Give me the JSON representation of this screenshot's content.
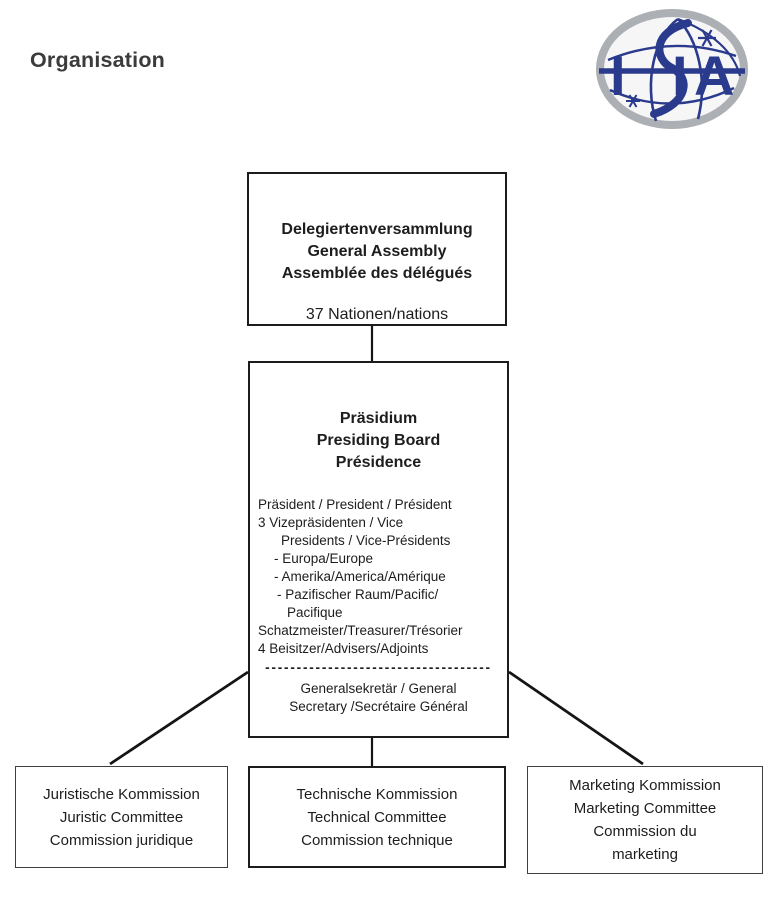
{
  "page": {
    "title": "Organisation"
  },
  "logo": {
    "text": "ISIA",
    "letter_i1": "I",
    "letter_i2": "I",
    "letter_a": "A",
    "blue": "#2a3a8c",
    "gray": "#acafb4"
  },
  "assembly_box": {
    "line1": "Delegiertenversammlung",
    "line2": "General Assembly",
    "line3": "Assemblée des délégués",
    "note": "37 Nationen/nations"
  },
  "board_box": {
    "title1": "Präsidium",
    "title2": "Presiding Board",
    "title3": "Présidence",
    "body": [
      {
        "text": "Präsident / President / Président"
      },
      {
        "text": "3 Vizepräsidenten / Vice"
      },
      {
        "text": "Presidents / Vice-Présidents"
      },
      {
        "text": "- Europa/Europe"
      },
      {
        "text": "- Amerika/America/Amérique"
      },
      {
        "text": "- Pazifischer Raum/Pacific/"
      },
      {
        "text": "Pacifique"
      },
      {
        "text": "Schatzmeister/Treasurer/Trésorier"
      },
      {
        "text": "4 Beisitzer/Advisers/Adjoints"
      }
    ],
    "divider": "------------------------------------",
    "secretary1": "Generalsekretär / General",
    "secretary2": "Secretary /Secrétaire Général"
  },
  "committees": {
    "juristic": {
      "line1": "Juristische Kommission",
      "line2": "Juristic Committee",
      "line3": "Commission juridique"
    },
    "technical": {
      "line1": "Technische Kommission",
      "line2": "Technical Committee",
      "line3": "Commission technique"
    },
    "marketing": {
      "line1": "Marketing Kommission",
      "line2": "Marketing Committee",
      "line3": "Commission du",
      "line4": "marketing"
    }
  },
  "colors": {
    "connector": "#151515",
    "text": "#1d1d1d",
    "title": "#3b3b3b"
  }
}
